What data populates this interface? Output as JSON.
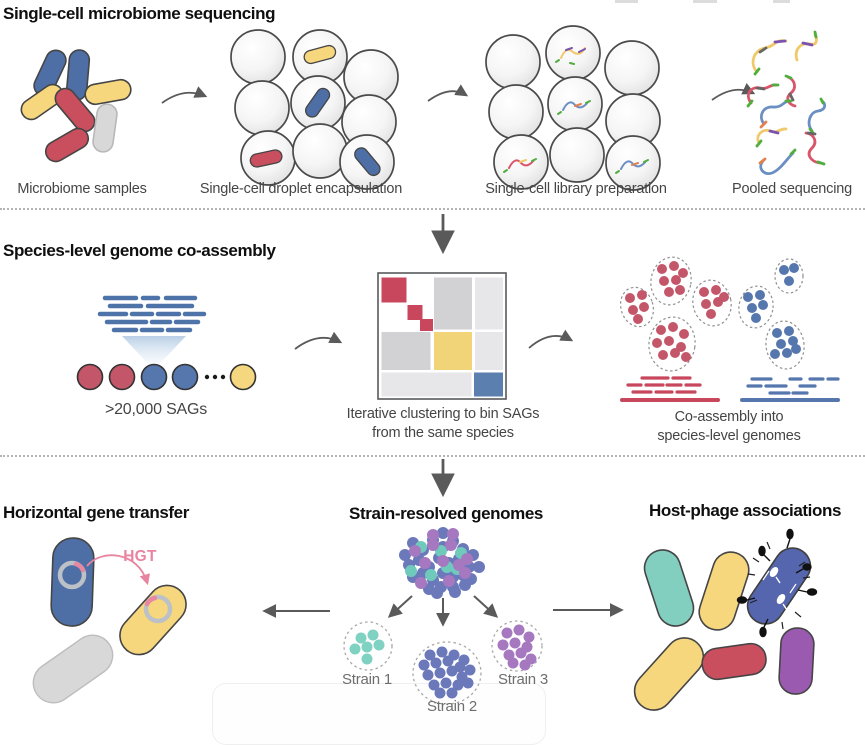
{
  "figure": {
    "top": {
      "title": "Single-cell microbiome sequencing",
      "stages": [
        "Microbiome samples",
        "Single-cell droplet encapsulation",
        "Single-cell library preparation",
        "Pooled sequencing"
      ]
    },
    "middle": {
      "title": "Species-level genome co-assembly",
      "sag_count": ">20,000 SAGs",
      "clustering": [
        "Iterative clustering to bin SAGs",
        "from the same species"
      ],
      "coassembly": [
        "Co-assembly into",
        "species-level genomes"
      ]
    },
    "bottom": {
      "hgt_title": "Horizontal gene transfer",
      "hgt_annotation": "HGT",
      "strains_title": "Strain-resolved genomes",
      "strain_labels": [
        "Strain 1",
        "Strain 2",
        "Strain 3"
      ],
      "phage_title": "Host-phage associations"
    },
    "colors": {
      "bacteria_blue": "#4e6fa5",
      "bacteria_red": "#c94f5f",
      "bacteria_yellow": "#f6d77d",
      "bacteria_gray": "#d8d8d8",
      "bacteria_teal": "#82cfc0",
      "bacteria_purple": "#9a5ab0",
      "phage_host_blue": "#5566ae",
      "sag_red": "#c4566a",
      "sag_blue": "#5577ad",
      "sag_yellow": "#f4d77e",
      "cluster_periwinkle": "#6b79bb",
      "cluster_teal": "#6fcabc",
      "cluster_orchid": "#a678c0",
      "matrix_red": "#c8475c",
      "matrix_yellow": "#f2d478",
      "matrix_blue": "#5b7fae",
      "hgt_pink": "#e884a0",
      "read_green": "#4fae3d",
      "read_purple": "#7b52ae",
      "read_orange": "#e0814f"
    }
  }
}
